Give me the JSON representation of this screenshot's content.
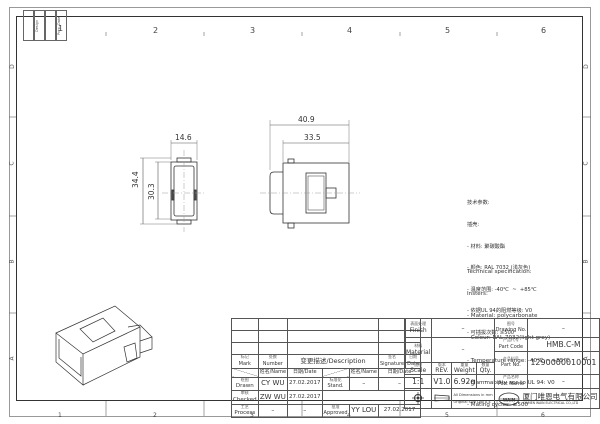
{
  "drawing": {
    "zones_top": [
      "1",
      "2",
      "3",
      "4",
      "5",
      "6"
    ],
    "zones_side": [
      "D",
      "C",
      "B",
      "A"
    ],
    "revision_stamp": [
      "",
      "Design",
      "",
      "Prep. Date"
    ]
  },
  "views": {
    "front": {
      "width_label": "14.6",
      "outer_height_label": "34.4",
      "inner_height_label": "30.3"
    },
    "side": {
      "overall_length_label": "40.9",
      "body_length_label": "33.5"
    },
    "iso": {
      "name": "isometric-view"
    }
  },
  "spec_cn": {
    "title": "技术参数:",
    "subtitle": "插壳:",
    "items": [
      "- 材料: 聚碳酸酯",
      "- 颜色: RAL 7032 (浅灰色)",
      "- 温度范围: -40℃  ~  +85℃",
      "- 依据UL 94的阻燃等级: V0",
      "- 可插拔次数: ≥500"
    ]
  },
  "spec_en": {
    "title": "Technical specification:",
    "subtitle": "Insters:",
    "items": [
      "- Material: polycarbonate",
      "- Colour: RAL 7032(light grey)",
      "- Temperature range: -40℃ ~ +85℃",
      "- Flammability acc.to UL 94: V0",
      "- Mating cycles: ≥500"
    ]
  },
  "title_block": {
    "headers": {
      "mark_cn": "标记",
      "mark": "Mark",
      "number_cn": "处数",
      "number": "Number",
      "description": "变更描述/Description",
      "signature_cn": "签名",
      "signature": "Signature",
      "date_cn": "日期",
      "date": "Date",
      "name_date_name": "姓名/Name",
      "name_date_date": "日期/Date",
      "name2": "姓名/Name",
      "date2": "日期/Date"
    },
    "rows": [
      {
        "role_cn": "绘图",
        "role": "Drawn",
        "name": "CY  WU",
        "date": "27.02.2017",
        "role2_cn": "标准化",
        "role2": "Stand.",
        "name2": "–",
        "date2": "–"
      },
      {
        "role_cn": "审核",
        "role": "Checked",
        "name": "ZW  WU",
        "date": "27.02.2017",
        "role2_cn": "",
        "role2": "",
        "name2": "",
        "date2": ""
      },
      {
        "role_cn": "工艺",
        "role": "Process",
        "name": "–",
        "date": "–",
        "role2_cn": "批准",
        "role2": "Approved",
        "name2": "YY  LOU",
        "date2": "27.02.2017"
      }
    ],
    "finish_cn": "表面处理",
    "finish_label": "Finish",
    "finish_value": "–",
    "material_cn": "材料",
    "material_label": "Material",
    "material_value": "–",
    "scale_cn": "比例",
    "scale_label": "Scale",
    "scale_value": "1:1",
    "rev_cn": "版本",
    "rev_label": "REV.",
    "rev_value": "V1.0",
    "weight_cn": "重量",
    "weight_label": "Weight",
    "weight_value": "6.92g",
    "qty_cn": "数量",
    "qty_label": "Qty.",
    "qty_value": "–",
    "dims_note_1": "All Dimensions in mm",
    "dims_note_2": "Original Size DIN A 4",
    "drawing_no_cn": "图号",
    "drawing_no_label": "Drawing No.",
    "drawing_no_value": "–",
    "part_code_cn": "产品代号",
    "part_code_label": "Part Code",
    "part_code_value": "HMB.C-M",
    "part_no_cn": "产品料号",
    "part_no_label": "Part No.",
    "part_no_value": "1290000010001",
    "part_name_cn": "产品名称",
    "part_name_label": "Port Name",
    "part_name_value": "–",
    "company_cn": "厦门唯恩电气有限公司",
    "company_en": "XIAMEN WAIN ELECTRICAL CO.,LTD",
    "logo_text": "WAIN"
  }
}
